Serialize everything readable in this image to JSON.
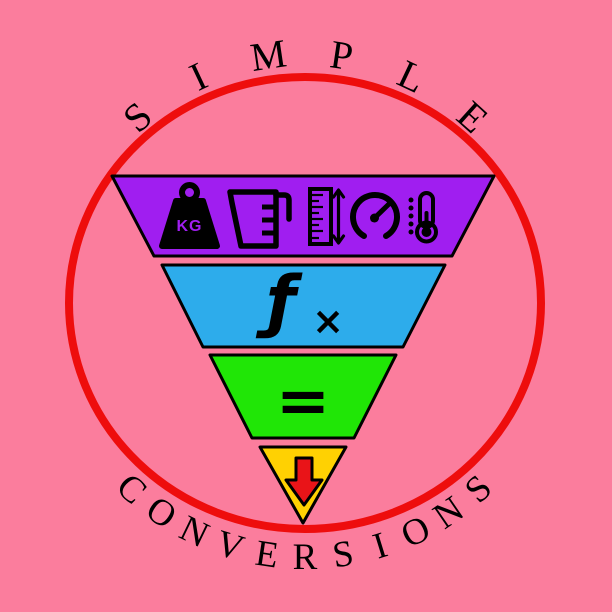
{
  "logo": {
    "title_top": "SIMPLE",
    "title_bottom": "CONVERSIONS",
    "weight_label": "KG",
    "funnel_levels": [
      {
        "name": "measurement-types",
        "color": "#A01EF0",
        "icons": [
          "weight-kg-icon",
          "measuring-jug-icon",
          "ruler-length-icon",
          "gauge-icon",
          "thermometer-icon"
        ]
      },
      {
        "name": "conversion-function",
        "color": "#2DACEB",
        "symbol_f": "ƒ",
        "symbol_x": "×"
      },
      {
        "name": "result-equals",
        "color": "#20E606",
        "symbol": "="
      },
      {
        "name": "output-tip",
        "color": "#FFD102",
        "icons": [
          "down-arrow-icon"
        ]
      }
    ],
    "colors": {
      "background": "#FB7D9D",
      "ring": "#EE0D0D",
      "arrow": "#E91418",
      "text": "#000000"
    }
  }
}
